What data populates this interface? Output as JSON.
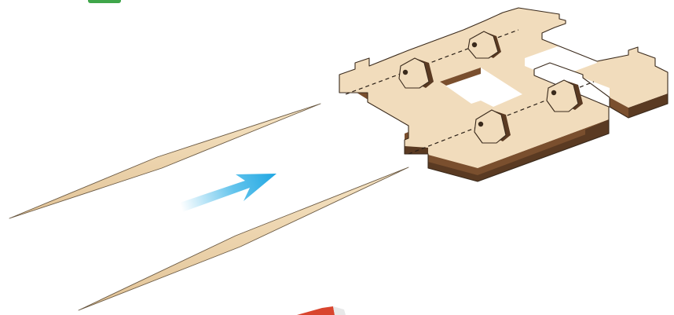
{
  "diagram": {
    "kind": "assembly-instruction-step",
    "parts": [
      {
        "name": "wooden-base-plate",
        "icon": "base-plate-icon"
      },
      {
        "name": "axle-holder",
        "icon": "axle-holder-icon",
        "count": 4
      },
      {
        "name": "toothpick-axle",
        "icon": "toothpick-icon",
        "count": 2
      },
      {
        "name": "insert-direction-arrow",
        "icon": "arrow-icon"
      }
    ],
    "colors": {
      "plywood_face": "#f1dcbc",
      "plywood_edge": "#7a4f2e",
      "plywood_edge_dark": "#5a3a22",
      "toothpick": "#ecd3a8",
      "arrow": "#2fb0e6",
      "corner_badge": "#3fa64a",
      "corner_mark": "#d9452e"
    }
  }
}
